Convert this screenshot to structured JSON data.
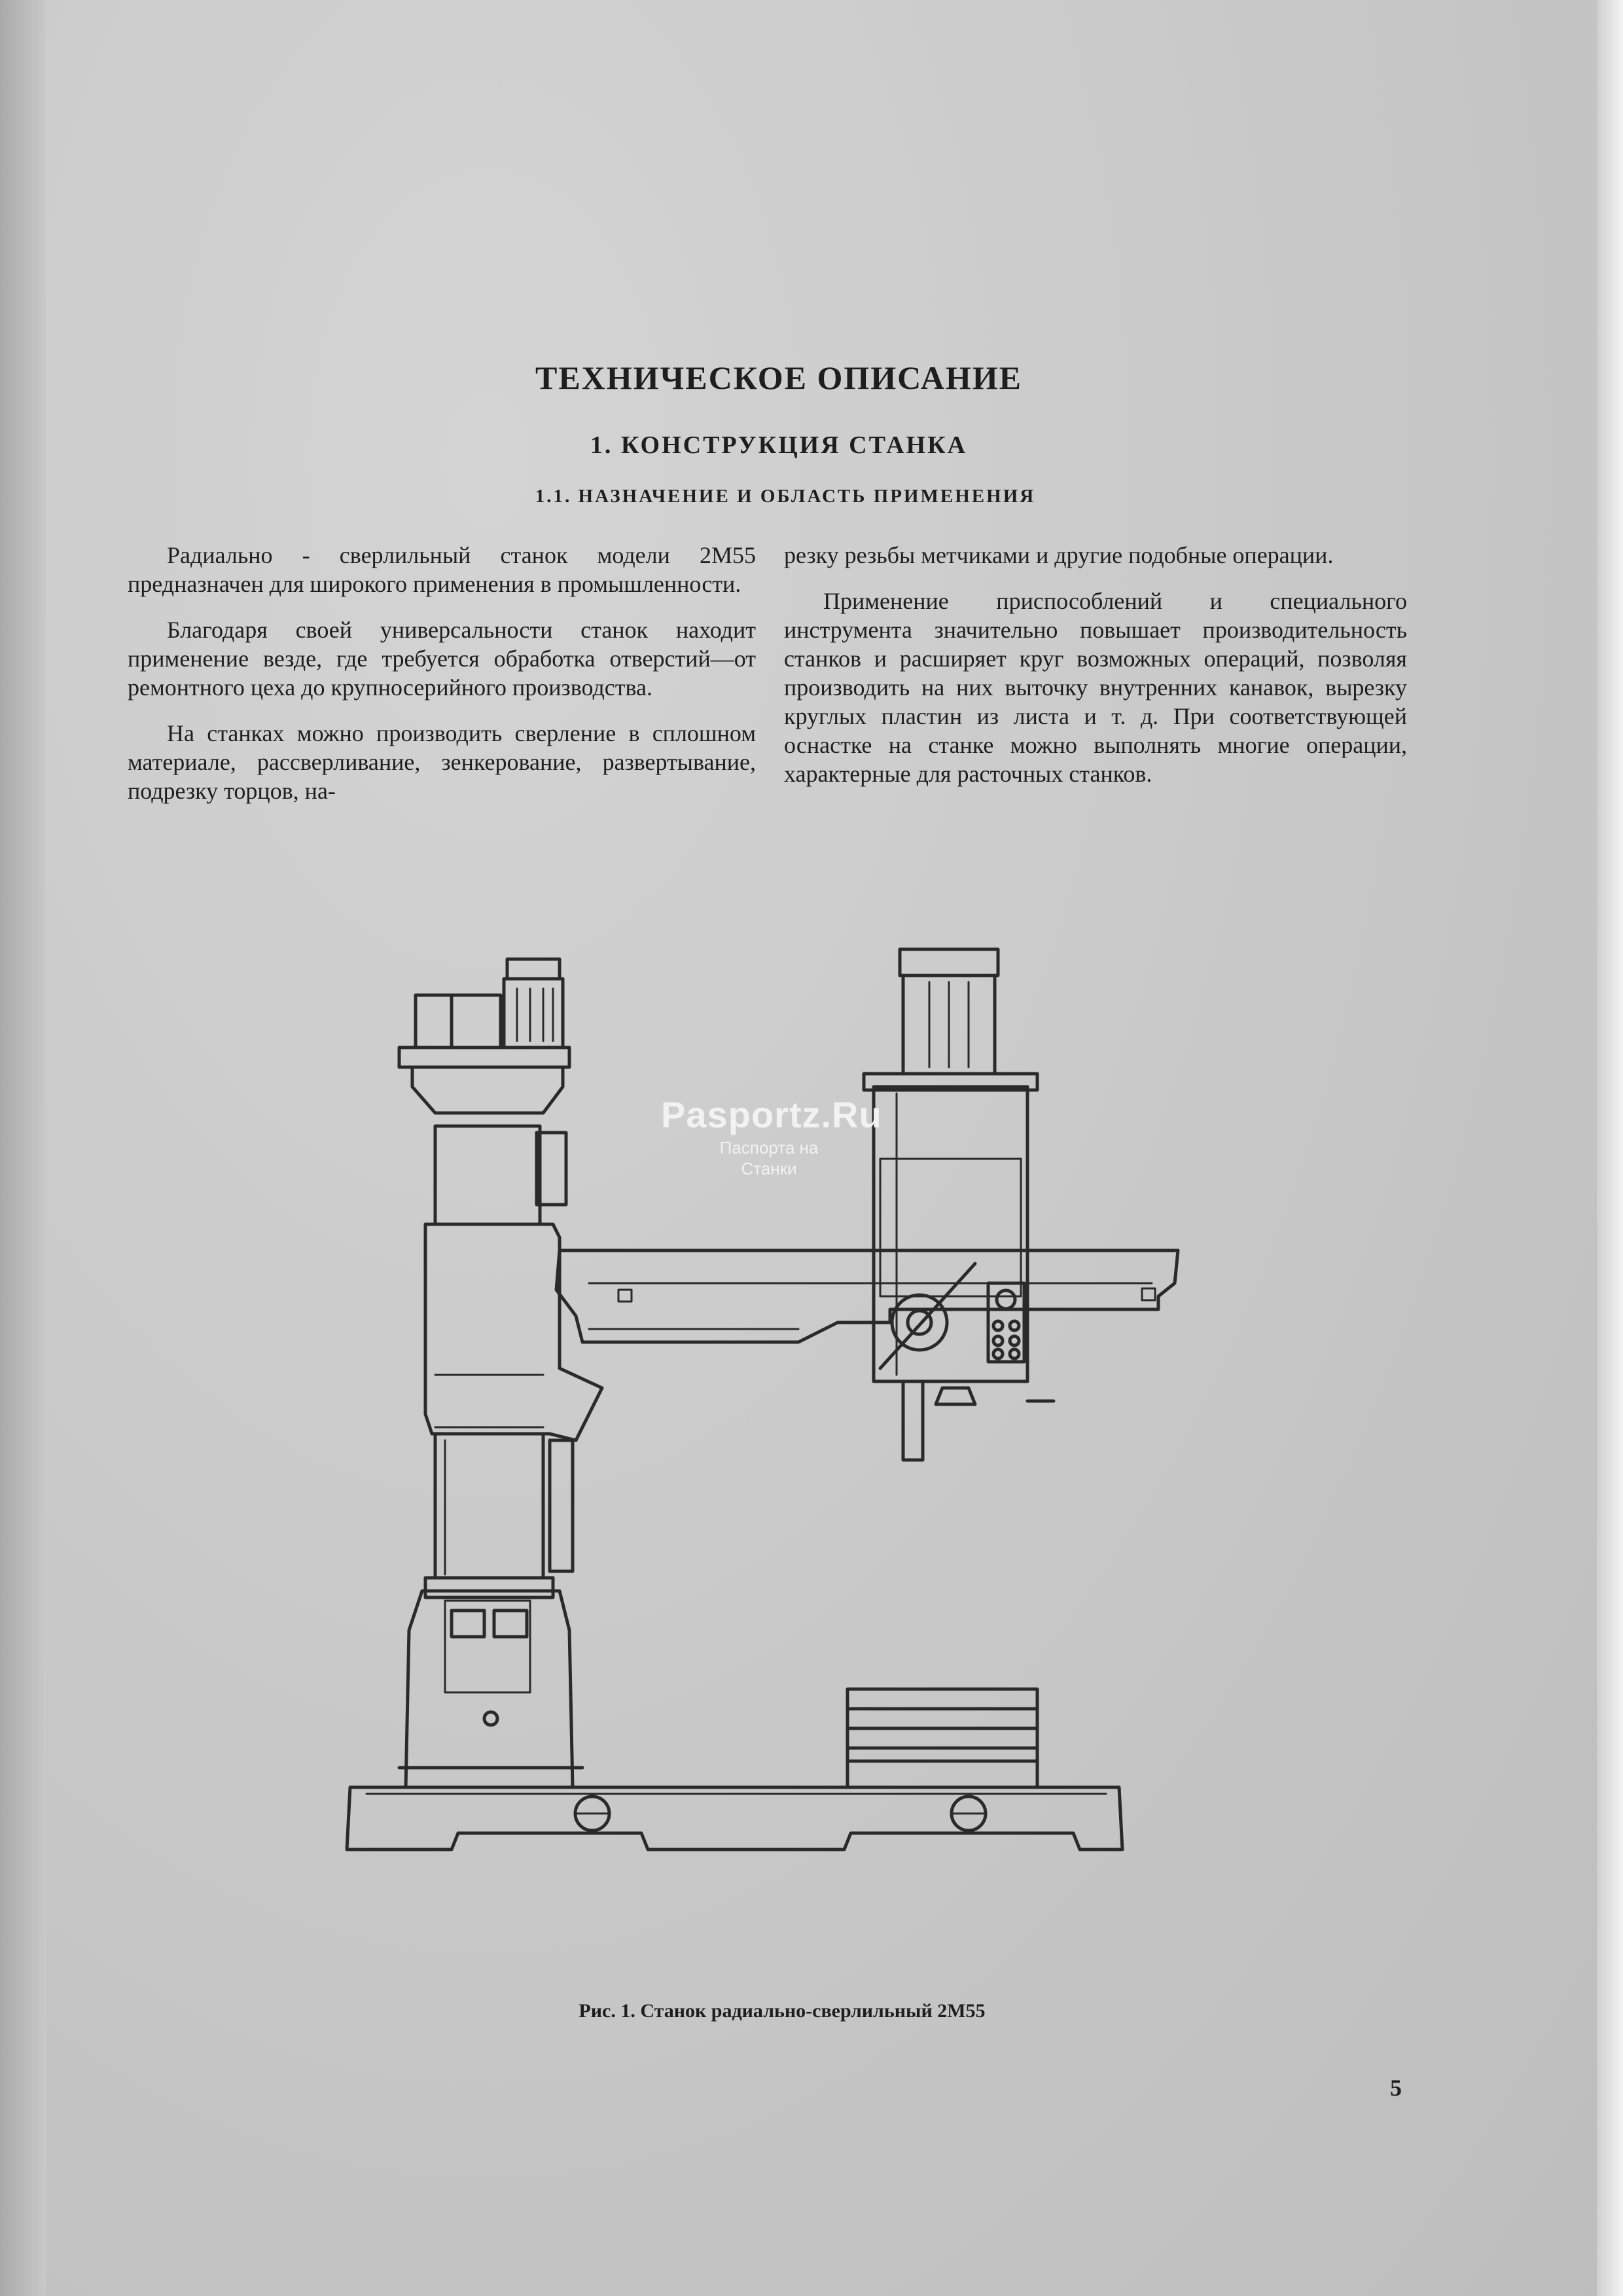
{
  "document": {
    "heading": "ТЕХНИЧЕСКОЕ ОПИСАНИЕ",
    "section_title": "1. КОНСТРУКЦИЯ СТАНКА",
    "subsection_title": "1.1. НАЗНАЧЕНИЕ И ОБЛАСТЬ ПРИМЕНЕНИЯ",
    "left_column": [
      "Радиально - сверлильный станок модели 2М55 предназначен для широкого применения в промышленности.",
      "Благодаря своей универсальности станок находит применение везде, где требуется обработка отверстий—от ремонтного цеха до крупносерийного производства.",
      "На станках можно производить сверление в сплошном материале, рассверливание, зенкерование, развертывание, подрезку торцов, на-"
    ],
    "right_column": [
      "резку резьбы метчиками и другие подобные операции.",
      "Применение приспособлений и специального инструмента значительно повышает производительность станков и расширяет круг возможных операций, позволяя производить на них выточку внутренних канавок, вырезку круглых пластин из листа и т. д. При соответствующей оснастке на станке можно выполнять многие операции, характерные для расточных станков."
    ],
    "figure_caption": "Рис. 1. Станок радиально-сверлильный 2М55",
    "page_number": "5"
  },
  "watermark": {
    "title": "Pasportz.Ru",
    "subtitle_line1": "Паспорта на",
    "subtitle_line2": "Станки"
  }
}
